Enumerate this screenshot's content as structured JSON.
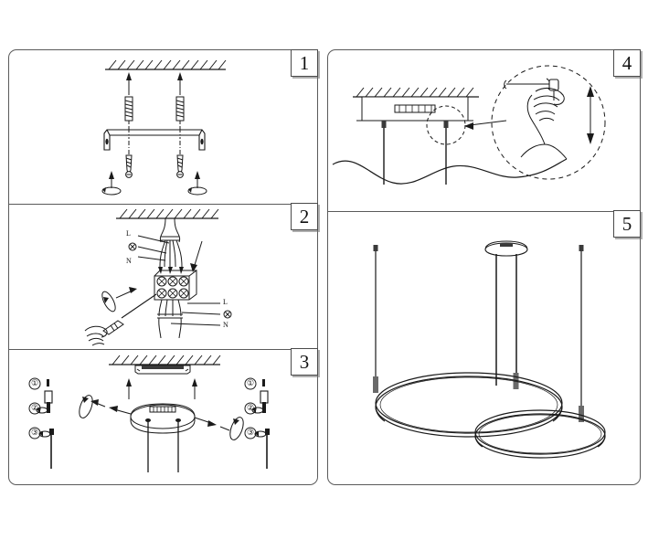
{
  "document": {
    "kind": "assembly-instruction-sheet",
    "product": "pendant ring luminaire",
    "panel_count": 5
  },
  "panels": [
    {
      "id": "panel-1",
      "number": "1",
      "title": "mount bracket to ceiling",
      "elements": [
        "ceiling-hatching",
        "mounting-bracket",
        "wall-anchor",
        "screw",
        "rotation-arrow"
      ]
    },
    {
      "id": "panel-2",
      "number": "2",
      "title": "connect wiring in terminal block",
      "elements": [
        "ceiling-hatching",
        "terminal-block",
        "screwdriver",
        "hand"
      ],
      "wire_labels_top": [
        "L",
        "⊕",
        "N"
      ],
      "wire_labels_bottom": [
        "L",
        "⊕",
        "N"
      ]
    },
    {
      "id": "panel-3",
      "number": "3",
      "title": "fix canopy and prepare cable grippers",
      "elements": [
        "ceiling-hatching",
        "canopy",
        "bracket",
        "screw",
        "suspension-cable"
      ],
      "callouts_left": [
        "①",
        "②",
        "③"
      ],
      "callouts_right": [
        "①",
        "②",
        "③"
      ]
    },
    {
      "id": "panel-4",
      "number": "4",
      "title": "adjust suspension height",
      "elements": [
        "ceiling-hatching",
        "canopy",
        "suspension-cable",
        "detail-circle",
        "hand",
        "up-down-arrow"
      ]
    },
    {
      "id": "panel-5",
      "number": "5",
      "title": "finished installation",
      "elements": [
        "ceiling-plate",
        "suspension-cable",
        "ring-large",
        "ring-small"
      ]
    }
  ],
  "colors": {
    "line": "#1a1a1a",
    "frame": "#5a5a5a",
    "fill": "#ffffff",
    "shadow": "#6e6e6e"
  }
}
